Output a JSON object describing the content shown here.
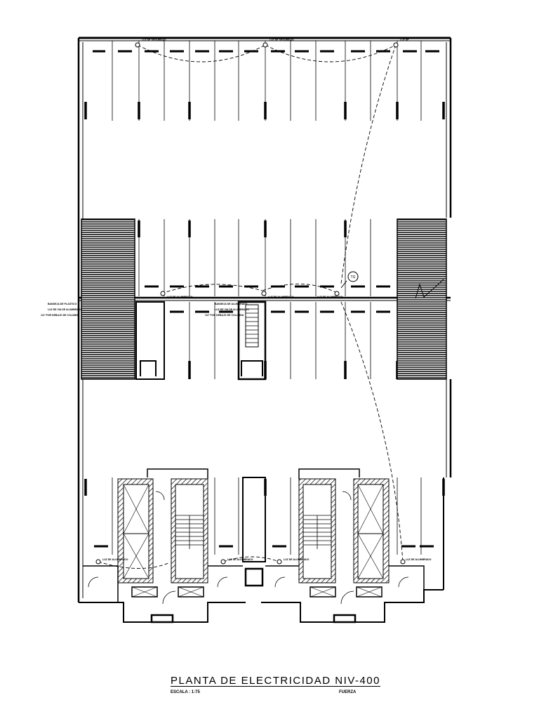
{
  "drawing": {
    "title": "PLANTA DE ELECTRICIDAD NIV-400",
    "scale": "ESCALA : 1:75",
    "sheet_label": "FUERZA"
  },
  "labels": {
    "top_outlets": [
      "LUZ DE SEGURIDAD",
      "LUZ DE SEGURIDAD",
      "LUZ DE"
    ],
    "mid_outlets": [
      "LUZ DE ALUMBRADO",
      "LUZ DE ALUMBRADO",
      "LUZ DE ALUMBRADO"
    ],
    "note_left": [
      "BANDEJA DE PLASTICO",
      "LUZ DE VIA DE ALUMBRADO",
      "1/4\" POR DEBAJO DE COLUMNA"
    ],
    "note_center": [
      "BANDEJA DE ALUMBRADO",
      "LUZ DE VIA DE ALUMBRADO",
      "1/4\" POR DEBAJO DE COLUMNA"
    ],
    "tablero": "TG",
    "bottom_outlets": [
      "LUZ DE ALUMBRADO",
      "LUZ DE ALUMBRADO",
      "LUZ DE ALUMBRADO",
      "LUZ DE ALUMBRADO"
    ]
  },
  "colors": {
    "line": "#000000",
    "hatch": "#222222",
    "background": "#ffffff"
  }
}
